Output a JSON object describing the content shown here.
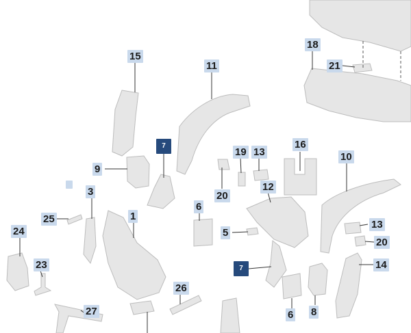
{
  "diagram": {
    "callouts": [
      {
        "id": "c15",
        "text": "15"
      },
      {
        "id": "c11",
        "text": "11"
      },
      {
        "id": "c18",
        "text": "18"
      },
      {
        "id": "c21",
        "text": "21"
      },
      {
        "id": "c7a",
        "text": "7"
      },
      {
        "id": "c19",
        "text": "19"
      },
      {
        "id": "c13a",
        "text": "13"
      },
      {
        "id": "c16",
        "text": "16"
      },
      {
        "id": "c10",
        "text": "10"
      },
      {
        "id": "c9",
        "text": "9"
      },
      {
        "id": "c3",
        "text": "3"
      },
      {
        "id": "c12",
        "text": "12"
      },
      {
        "id": "c20a",
        "text": "20"
      },
      {
        "id": "c6a",
        "text": "6"
      },
      {
        "id": "c25",
        "text": "25"
      },
      {
        "id": "c1",
        "text": "1"
      },
      {
        "id": "c13b",
        "text": "13"
      },
      {
        "id": "c24",
        "text": "24"
      },
      {
        "id": "c5",
        "text": "5"
      },
      {
        "id": "c20b",
        "text": "20"
      },
      {
        "id": "c23",
        "text": "23"
      },
      {
        "id": "c7b",
        "text": "7"
      },
      {
        "id": "c14",
        "text": "14"
      },
      {
        "id": "c26",
        "text": "26"
      },
      {
        "id": "c27",
        "text": "27"
      },
      {
        "id": "c6b",
        "text": "6"
      },
      {
        "id": "c8",
        "text": "8"
      }
    ],
    "colors": {
      "callout_bg": "#c9d9ec",
      "highlight_bg": "#264a7c",
      "part_fill": "#e6e6e6",
      "part_stroke": "#bdbdbd"
    }
  }
}
